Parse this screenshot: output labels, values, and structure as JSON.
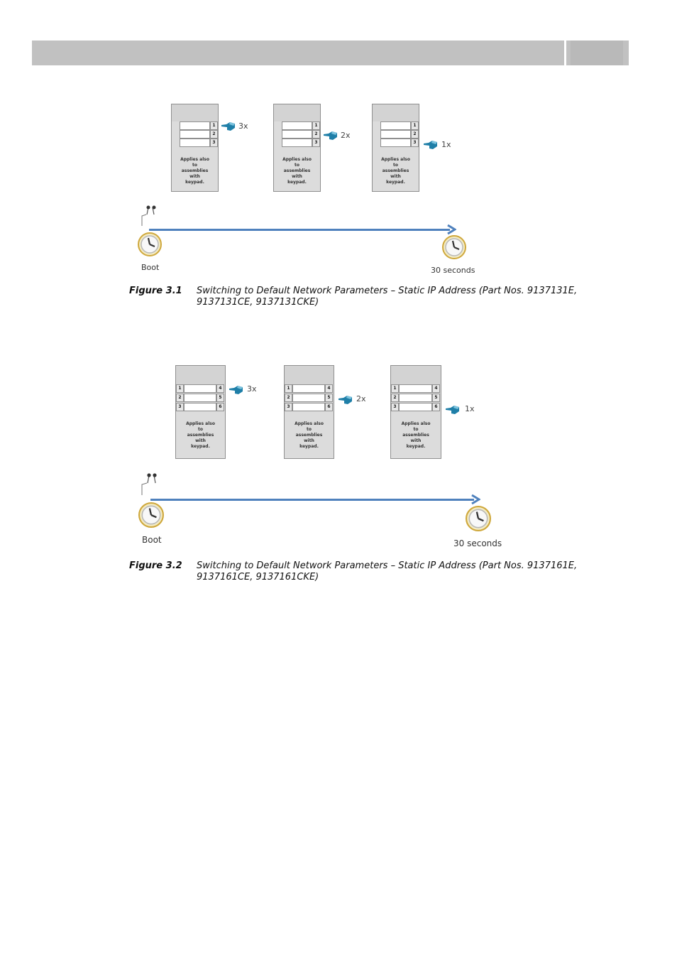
{
  "figures": [
    {
      "label": "Figure 3.1",
      "caption": "Switching to Default Network Parameters – Static IP Address (Part Nos. 9137131E, 9137131CE, 9137131CKE)",
      "panel_note": "Applies also\nto\nassemblies\nwith\nkeypad.",
      "row_numbers": [
        "1",
        "2",
        "3"
      ],
      "presses": [
        "3x",
        "2x",
        "1x"
      ],
      "start_label": "Boot",
      "end_label": "30 seconds"
    },
    {
      "label": "Figure 3.2",
      "caption": "Switching to Default Network Parameters – Static IP Address (Part Nos. 9137161E, 9137161CE, 9137161CKE)",
      "panel_note": "Applies also\nto\nassemblies\nwith\nkeypad.",
      "row_numbers_left": [
        "1",
        "2",
        "3"
      ],
      "row_numbers_right": [
        "4",
        "5",
        "6"
      ],
      "presses": [
        "3x",
        "2x",
        "1x"
      ],
      "start_label": "Boot",
      "end_label": "30 seconds"
    }
  ],
  "colors": {
    "timeline": "#4f81bd",
    "hand": "#1f7fa8",
    "clock_ring": "#d8b44a",
    "header": "#c1c1c1"
  },
  "icons": [
    "pressing-hand-icon",
    "clock-icon",
    "beep-icon",
    "arrow-right-icon"
  ]
}
